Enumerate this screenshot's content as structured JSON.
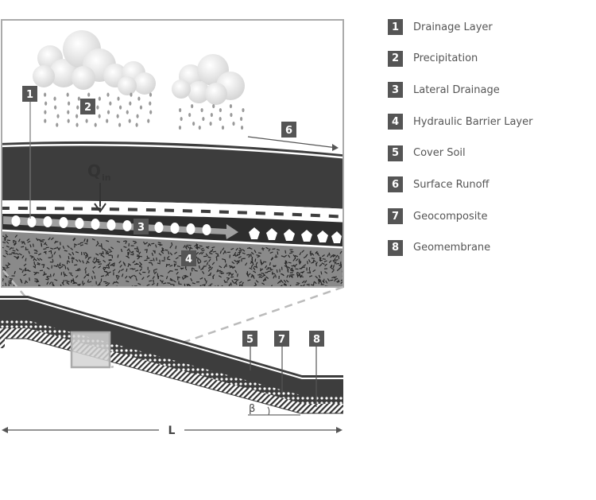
{
  "legend": [
    {
      "num": "1",
      "label": "Drainage Layer"
    },
    {
      "num": "2",
      "label": "Precipitation"
    },
    {
      "num": "3",
      "label": "Lateral Drainage"
    },
    {
      "num": "4",
      "label": "Hydraulic Barrier Layer"
    },
    {
      "num": "5",
      "label": "Cover Soil"
    },
    {
      "num": "6",
      "label": "Surface Runoff"
    },
    {
      "num": "7",
      "label": "Geocomposite"
    },
    {
      "num": "8",
      "label": "Geomembrane"
    }
  ],
  "callouts": {
    "drainage_layer": "1",
    "precipitation": "2",
    "lateral_drainage": "3",
    "hydraulic_barrier": "4",
    "cover_soil": "5",
    "surface_runoff": "6",
    "geocomposite": "7",
    "geomembrane": "8"
  },
  "labels": {
    "q_main": "Q",
    "q_sub": "in",
    "slope_angle": "β",
    "slope_length": "L"
  },
  "colors": {
    "dark_soil": "#3d3d3d",
    "badge": "#555555",
    "frame": "#aaaaaa",
    "texture_bg": "#8c8c8c"
  }
}
